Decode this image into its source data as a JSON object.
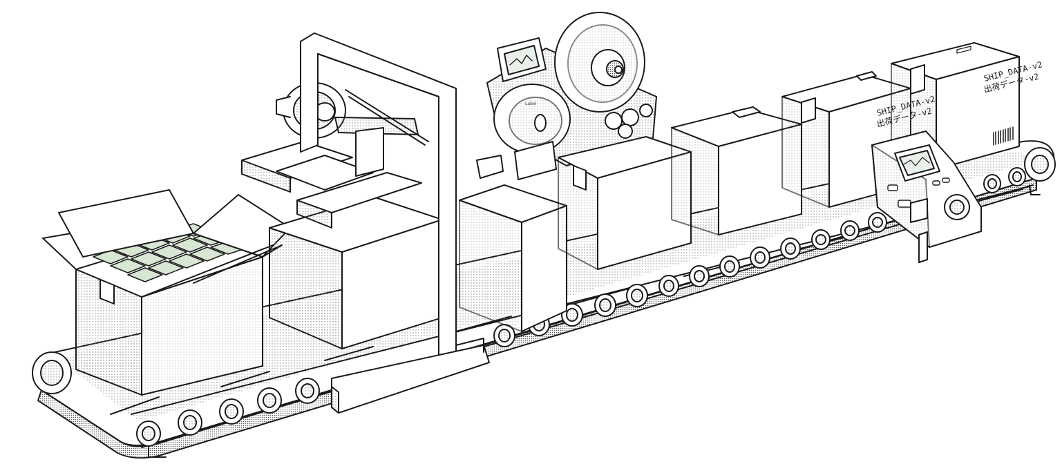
{
  "scene": {
    "type": "line-art illustration",
    "subject": "packaging conveyor line",
    "palette": {
      "ink": "#1a1a1a",
      "paper": "#ffffff",
      "shade": "#e6e6e6",
      "accent": "#3d6b3d"
    }
  },
  "labels": {
    "box_large_line1": "SHIP_DATA-v2",
    "box_large_line2": "出荷データ-v2",
    "box_mid_line1": "SHIP_DATA-v2",
    "box_mid_line2": "出荷データ-v2"
  }
}
